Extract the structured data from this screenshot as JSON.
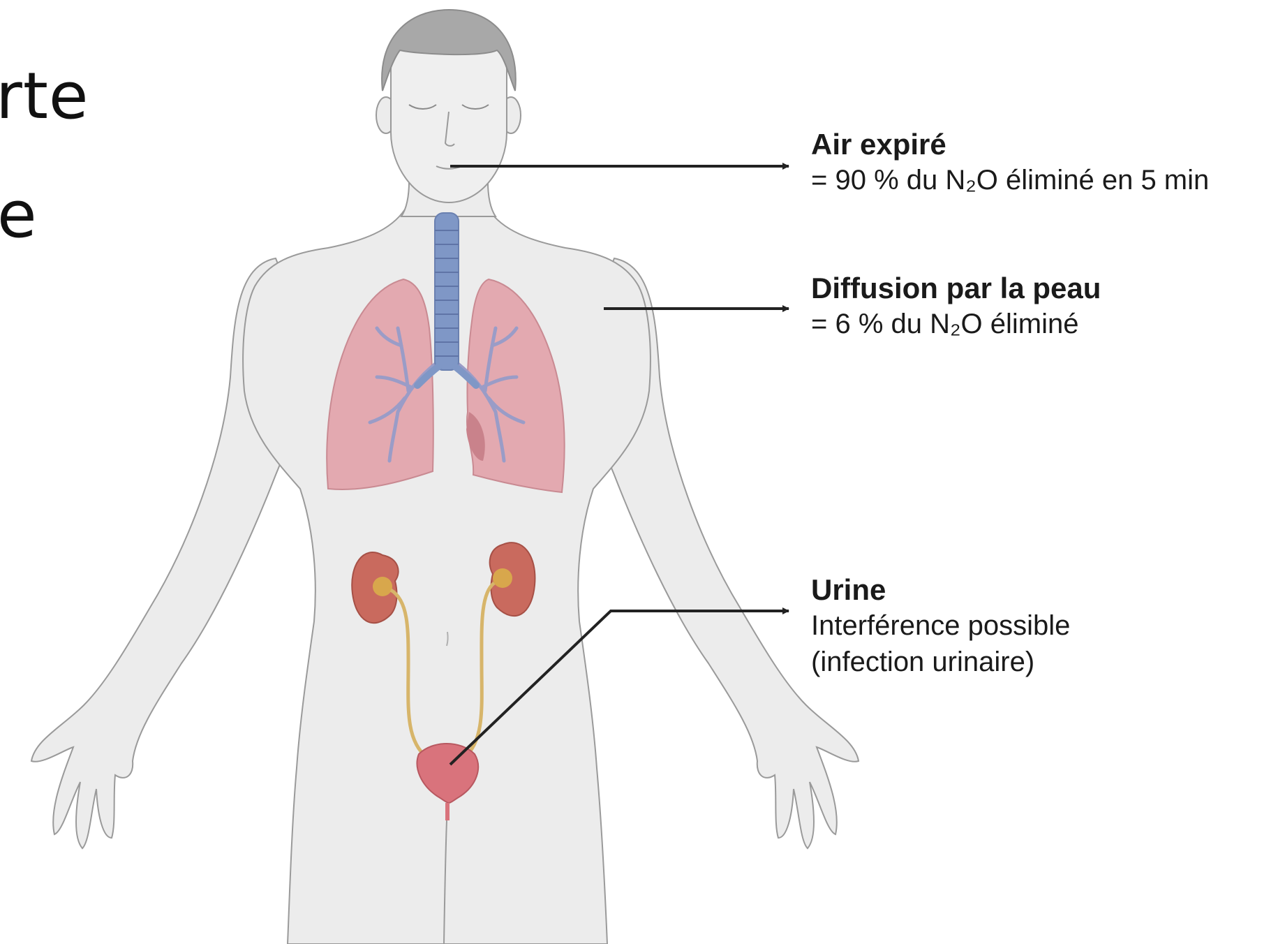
{
  "slide_text": {
    "fragment_1": "rte",
    "fragment_2": "e"
  },
  "callouts": {
    "air": {
      "title": "Air expiré",
      "description": "= 90 % du N₂O éliminé en 5 min"
    },
    "skin": {
      "title": "Diffusion par la peau",
      "description": "= 6 % du N₂O éliminé"
    },
    "urine": {
      "title": "Urine",
      "description_line_1": "Interférence possible",
      "description_line_2": "(infection urinaire)"
    }
  },
  "colors": {
    "skin_fill": "#ececec",
    "skin_stroke": "#9a9a9a",
    "hair": "#a8a8a8",
    "trachea": "#7f97c6",
    "lung": "#e3a9b0",
    "kidney": "#c96a5e",
    "ureter": "#d7b56a",
    "bladder": "#d9737c",
    "arrow": "#222222"
  }
}
